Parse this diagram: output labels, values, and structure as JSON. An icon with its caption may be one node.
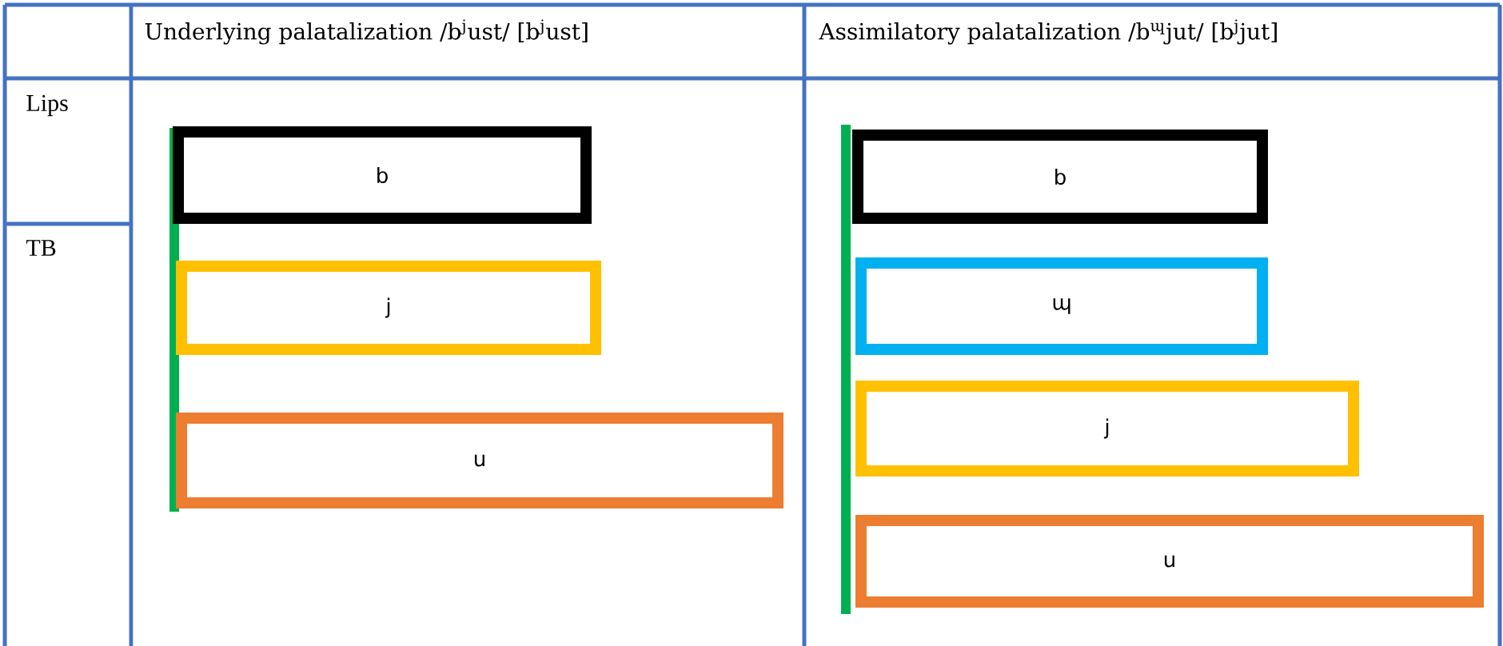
{
  "diagram": {
    "nodes": [
      {
        "text": [
          "b"
        ]
      },
      {
        "text": [
          "j"
        ]
      },
      {
        "text": [
          "u"
        ]
      },
      {
        "text": [
          "b"
        ]
      },
      {
        "text": [
          "ɰ"
        ]
      },
      {
        "text": [
          "j"
        ]
      },
      {
        "text": [
          "u"
        ]
      }
    ],
    "labels": [
      "Underlying palatalization /b$^{j}$ust/ [b$^{j}$ust]",
      "Assimilatory palatalization /b$^{ɰ}$jut/ [b$^{j}$jut]",
      "Lips",
      "TB"
    ]
  }
}
